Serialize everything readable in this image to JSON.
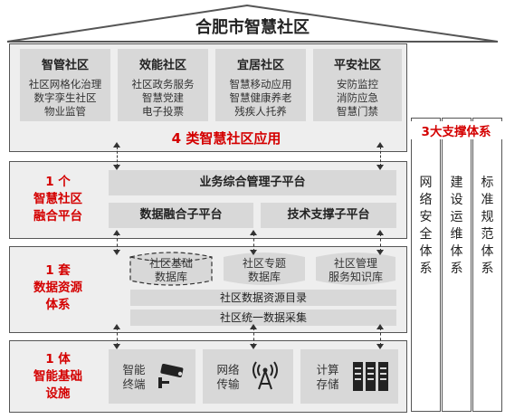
{
  "title": "合肥市智慧社区",
  "apps": {
    "caption": "4 类智慧社区应用",
    "columns": [
      {
        "title": "智管社区",
        "lines": [
          "社区网格化治理",
          "数字孪生社区",
          "物业监管"
        ]
      },
      {
        "title": "效能社区",
        "lines": [
          "社区政务服务",
          "智慧党建",
          "电子投票"
        ]
      },
      {
        "title": "宜居社区",
        "lines": [
          "智慧移动应用",
          "智慧健康养老",
          "残疾人托养"
        ]
      },
      {
        "title": "平安社区",
        "lines": [
          "安防监控",
          "消防应急",
          "智慧门禁"
        ]
      }
    ]
  },
  "platform": {
    "label": [
      "1 个",
      "智慧社区",
      "融合平台"
    ],
    "top_bar": "业务综合管理子平台",
    "left_bar": "数据融合子平台",
    "right_bar": "技术支撑子平台"
  },
  "data_layer": {
    "label": [
      "1 套",
      "数据资源",
      "体系"
    ],
    "items": [
      {
        "lines": [
          "社区基础",
          "数据库"
        ]
      },
      {
        "lines": [
          "社区专题",
          "数据库"
        ]
      },
      {
        "lines": [
          "社区管理",
          "服务知识库"
        ]
      }
    ],
    "bar1": "社区数据资源目录",
    "bar2": "社区统一数据采集"
  },
  "infra": {
    "label": [
      "1 体",
      "智能基础",
      "设施"
    ],
    "items": [
      {
        "lines": [
          "智能",
          "终端"
        ],
        "icon": "camera-icon"
      },
      {
        "lines": [
          "网络",
          "传输"
        ],
        "icon": "antenna-icon"
      },
      {
        "lines": [
          "计算",
          "存储"
        ],
        "icon": "server-icon"
      }
    ]
  },
  "support": {
    "caption": "3大支撑体系",
    "columns": [
      [
        "网",
        "络",
        "安",
        "全",
        "体",
        "系"
      ],
      [
        "建",
        "设",
        "运",
        "维",
        "体",
        "系"
      ],
      [
        "标",
        "准",
        "规",
        "范",
        "体",
        "系"
      ]
    ]
  }
}
